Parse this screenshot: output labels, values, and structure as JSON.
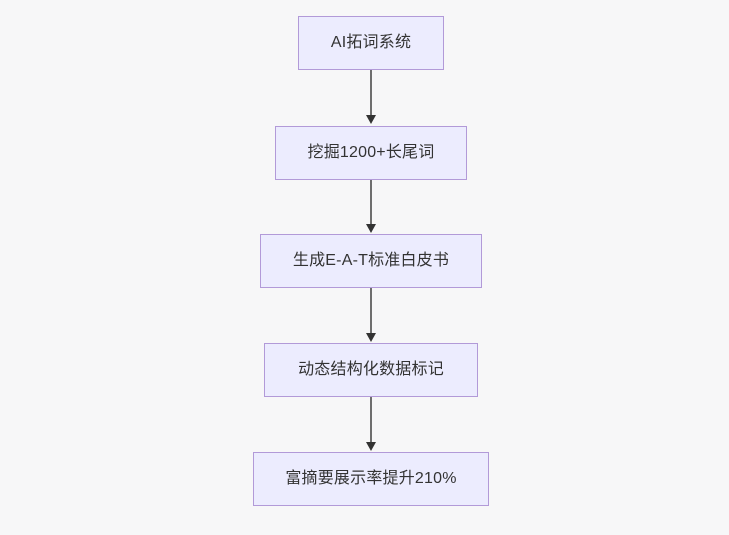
{
  "diagram": {
    "type": "flowchart",
    "orientation": "top-to-bottom",
    "background_color": "#f7f7f8",
    "node_fill_color": "#ececfe",
    "node_border_color": "#b29ad8",
    "node_text_color": "#333333",
    "connector_color": "#6e6e6e",
    "arrowhead_color": "#333333",
    "nodes": [
      {
        "id": "n1",
        "label": "AI拓词系统"
      },
      {
        "id": "n2",
        "label": "挖掘1200+长尾词"
      },
      {
        "id": "n3",
        "label": "生成E-A-T标准白皮书"
      },
      {
        "id": "n4",
        "label": "动态结构化数据标记"
      },
      {
        "id": "n5",
        "label": "富摘要展示率提升210%"
      }
    ],
    "edges": [
      {
        "from": "n1",
        "to": "n2"
      },
      {
        "from": "n2",
        "to": "n3"
      },
      {
        "from": "n3",
        "to": "n4"
      },
      {
        "from": "n4",
        "to": "n5"
      }
    ]
  }
}
